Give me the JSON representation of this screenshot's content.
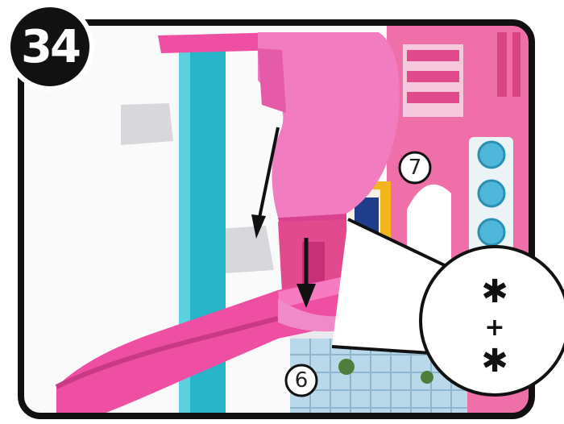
{
  "step": {
    "number": "34"
  },
  "callouts": {
    "seven": "7",
    "six": "6"
  },
  "zoom": {
    "fastener_top": "✱",
    "plus": "+",
    "fastener_bottom": "✱"
  },
  "colors": {
    "frame": "#111111",
    "slide_pink": "#ee4fa3",
    "slide_pink_light": "#f77bc0",
    "pillar_blue": "#29b5c9",
    "wall_pink": "#ef6fa8",
    "window_yellow": "#f2b51c",
    "arrow": "#111111"
  },
  "icons": [
    "arrow-down-icon",
    "screw-icon",
    "plus-icon"
  ]
}
